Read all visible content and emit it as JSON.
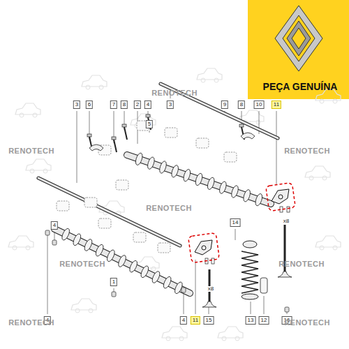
{
  "diagram": {
    "labels": [
      "PEÇA GENUÍNA",
      "3",
      "6",
      "7",
      "8",
      "2",
      "4",
      "5",
      "3",
      "9",
      "8",
      "10",
      "11",
      "4",
      "14",
      "1",
      "4",
      "4",
      "11",
      "15",
      "13",
      "12",
      "16",
      "x8",
      "x8",
      "RENOTECH",
      "RENOTECH",
      "RENOTECH",
      "RENOTECH",
      "RENOTECH",
      "RENOTECH",
      "RENOTECH",
      "RENOTECH"
    ]
  }
}
